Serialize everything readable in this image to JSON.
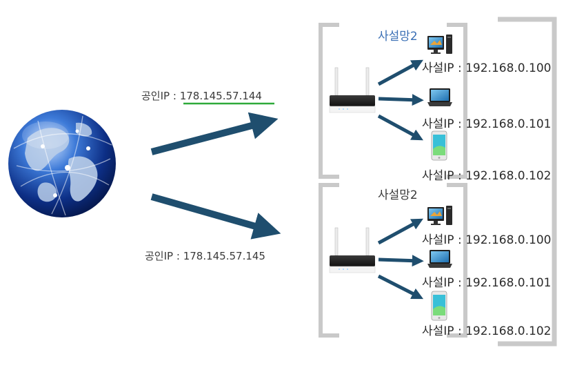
{
  "diagram": {
    "internet": {
      "icon": "globe-icon"
    },
    "links": [
      {
        "public_ip_label": "공인IP :",
        "public_ip": "178.145.57.144",
        "underline_color": "#2eaa3a"
      },
      {
        "public_ip_label": "공인IP :",
        "public_ip": "178.145.57.145"
      }
    ],
    "networks": [
      {
        "name": "사설망2",
        "name_color": "#3a6fb5",
        "router_icon": "router-icon",
        "devices": [
          {
            "icon": "desktop-icon",
            "label": "사설IP :",
            "ip": "192.168.0.100"
          },
          {
            "icon": "laptop-icon",
            "label": "사설IP :",
            "ip": "192.168.0.101"
          },
          {
            "icon": "smartphone-icon",
            "label": "사설IP :",
            "ip": "192.168.0.102"
          }
        ]
      },
      {
        "name": "사설망2",
        "router_icon": "router-icon",
        "devices": [
          {
            "icon": "desktop-icon",
            "label": "사설IP :",
            "ip": "192.168.0.100"
          },
          {
            "icon": "laptop-icon",
            "label": "사설IP :",
            "ip": "192.168.0.101"
          },
          {
            "icon": "smartphone-icon",
            "label": "사설IP :",
            "ip": "192.168.0.102"
          }
        ]
      }
    ],
    "colors": {
      "arrow": "#1f4e6e",
      "bracket": "#c9c9c9"
    }
  }
}
